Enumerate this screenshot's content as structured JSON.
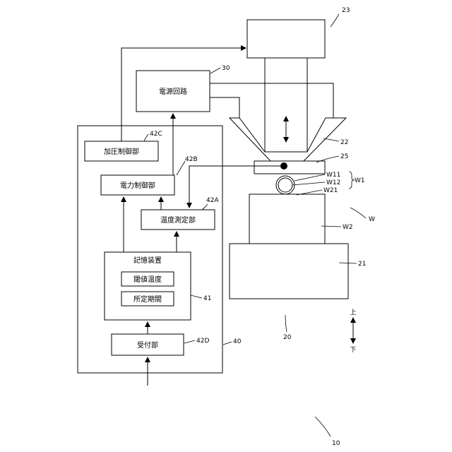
{
  "boxes": {
    "power_supply": "電源回路",
    "pressure_control": "加圧制御部",
    "power_control": "電力制御部",
    "temp_measure": "温度測定部",
    "storage": "記憶装置",
    "threshold_temp": "閾値温度",
    "predetermined_period": "所定期間",
    "reception": "受付部"
  },
  "refs": {
    "r10": "10",
    "r20": "20",
    "r21": "21",
    "r22": "22",
    "r23": "23",
    "r25": "25",
    "r30": "30",
    "r40": "40",
    "r41": "41",
    "r42a": "42A",
    "r42b": "42B",
    "r42c": "42C",
    "r42d": "42D",
    "w": "W",
    "w1": "W1",
    "w11": "W11",
    "w12": "W12",
    "w2": "W2",
    "w21": "W21"
  },
  "direction": {
    "up": "上",
    "down": "下"
  }
}
